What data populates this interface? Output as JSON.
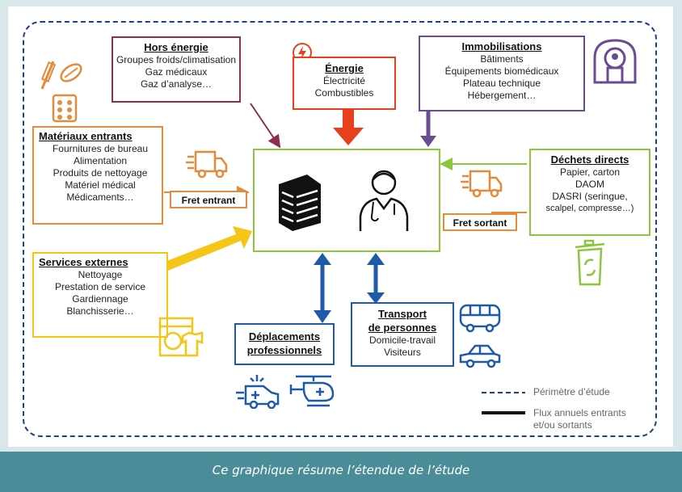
{
  "colors": {
    "perimeter": "#1e3f8f",
    "hors_energie": "#8b2f55",
    "energie": "#e8401c",
    "immobilisations": "#6a4c93",
    "materiaux": "#e5893a",
    "services": "#f5c518",
    "center": "#8cc63f",
    "dechets": "#8cc63f",
    "transport": "#1e5aa8",
    "caption_bg": "#4a8d98"
  },
  "hors_energie": {
    "title": "Hors énergie",
    "items": [
      "Groupes froids/climatisation",
      "Gaz médicaux",
      "Gaz d’analyse…"
    ]
  },
  "energie": {
    "title": "Énergie",
    "items": [
      "Électricité",
      "Combustibles"
    ]
  },
  "immobilisations": {
    "title": "Immobilisations",
    "items": [
      "Bâtiments",
      "Équipements biomédicaux",
      "Plateau technique",
      "Hébergement…"
    ]
  },
  "materiaux": {
    "title": "Matériaux entrants",
    "items": [
      "Fournitures de bureau",
      "Alimentation",
      "Produits de nettoyage",
      "Matériel médical",
      "Médicaments…"
    ]
  },
  "fret_entrant": "Fret entrant",
  "dechets": {
    "title": "Déchets directs",
    "items": [
      "Papier, carton",
      "DAOM",
      "DASRI (seringue,",
      "scalpel, compresse…)"
    ]
  },
  "fret_sortant": "Fret sortant",
  "services": {
    "title": "Services externes",
    "items": [
      "Nettoyage",
      "Prestation de service",
      "Gardiennage",
      "Blanchisserie…"
    ]
  },
  "deplacements": {
    "title_lines": [
      "Déplacements",
      "professionnels"
    ]
  },
  "transport": {
    "title_lines": [
      "Transport",
      "de personnes"
    ],
    "items": [
      "Domicile-travail",
      "Visiteurs"
    ]
  },
  "legend": {
    "perimeter_label": "Périmètre d’étude",
    "flux_label_lines": [
      "Flux annuels entrants",
      "et/ou sortants"
    ]
  },
  "icons": [
    "medication-icon",
    "pill-box-icon",
    "bolt-bulb-icon",
    "mri-scanner-icon",
    "delivery-truck-icon",
    "building-icon",
    "doctor-icon",
    "recycle-bin-icon",
    "laundry-icon",
    "bus-icon",
    "car-icon",
    "ambulance-icon",
    "helicopter-icon"
  ],
  "caption": "Ce graphique résume l’étendue de l’étude"
}
